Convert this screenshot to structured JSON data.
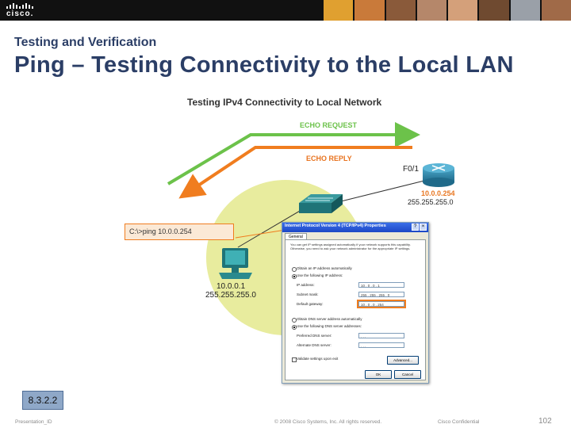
{
  "header": {
    "logo_text": "cisco."
  },
  "slide": {
    "subtitle": "Testing and Verification",
    "title": "Ping – Testing Connectivity to the Local LAN"
  },
  "diagram": {
    "heading": "Testing IPv4 Connectivity to Local Network",
    "echo_request": "ECHO REQUEST",
    "echo_reply": "ECHO REPLY",
    "router_interface": "F0/1",
    "router_ip": "10.0.0.254",
    "router_mask": "255.255.255.0",
    "pc_ip": "10.0.0.1",
    "pc_mask": "255.255.255.0",
    "command": "C:\\>ping 10.0.0.254",
    "colors": {
      "request": "#6cc24a",
      "reply": "#f07d1f",
      "router_ip": "#e87722",
      "lan": "#e8ec9e"
    }
  },
  "dialog": {
    "title": "Internet Protocol Version 4 (TCP/IPv4) Properties",
    "tab": "General",
    "intro": "You can get IP settings assigned automatically if your network supports this capability. Otherwise, you need to ask your network administrator for the appropriate IP settings.",
    "obtain_ip": "Obtain an IP address automatically",
    "use_ip": "Use the following IP address:",
    "ip_label": "IP address:",
    "ip_value": "10 . 0 . 0 . 1",
    "mask_label": "Subnet mask:",
    "mask_value": "255 . 255 . 255 . 0",
    "gateway_label": "Default gateway:",
    "gateway_value": "10 . 0 . 0 . 254",
    "obtain_dns": "Obtain DNS server address automatically",
    "use_dns": "Use the following DNS server addresses:",
    "pref_dns": "Preferred DNS server:",
    "alt_dns": "Alternate DNS server:",
    "dns_value": ". . .",
    "validate": "Validate settings upon exit",
    "advanced": "Advanced...",
    "ok": "OK",
    "cancel": "Cancel"
  },
  "section_tag": "8.3.2.2",
  "footer": {
    "presentation": "Presentation_ID",
    "copyright": "© 2008 Cisco Systems, Inc. All rights reserved.",
    "confidential": "Cisco Confidential",
    "page": "102"
  }
}
